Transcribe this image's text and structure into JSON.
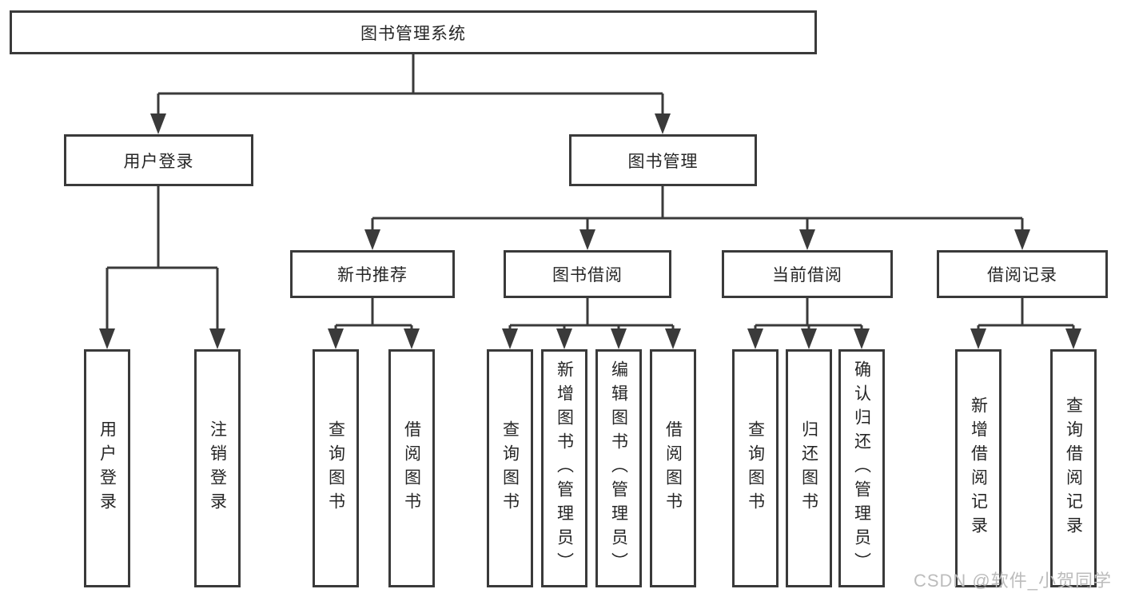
{
  "diagram": {
    "root": {
      "label": "图书管理系统"
    },
    "level2": [
      {
        "label": "用户登录"
      },
      {
        "label": "图书管理"
      }
    ],
    "level3": [
      {
        "label": "新书推荐",
        "parent": "图书管理"
      },
      {
        "label": "图书借阅",
        "parent": "图书管理"
      },
      {
        "label": "当前借阅",
        "parent": "图书管理"
      },
      {
        "label": "借阅记录",
        "parent": "图书管理"
      }
    ],
    "leaves": [
      {
        "label": "用户登录",
        "parent": "用户登录"
      },
      {
        "label": "注销登录",
        "parent": "用户登录"
      },
      {
        "label": "查询图书",
        "parent": "新书推荐"
      },
      {
        "label": "借阅图书",
        "parent": "新书推荐"
      },
      {
        "label": "查询图书",
        "parent": "图书借阅"
      },
      {
        "label": "新增图书（管理员）",
        "parent": "图书借阅"
      },
      {
        "label": "编辑图书（管理员）",
        "parent": "图书借阅"
      },
      {
        "label": "借阅图书",
        "parent": "图书借阅"
      },
      {
        "label": "查询图书",
        "parent": "当前借阅"
      },
      {
        "label": "归还图书",
        "parent": "当前借阅"
      },
      {
        "label": "确认归还（管理员）",
        "parent": "当前借阅"
      },
      {
        "label": "新增借阅记录",
        "parent": "借阅记录"
      },
      {
        "label": "查询借阅记录",
        "parent": "借阅记录"
      }
    ],
    "watermark": "CSDN @软件_小贺同学",
    "colors": {
      "line": "#3a3a3a",
      "text": "#262626",
      "watermark": "#bcbcbc",
      "background": "#ffffff"
    }
  }
}
